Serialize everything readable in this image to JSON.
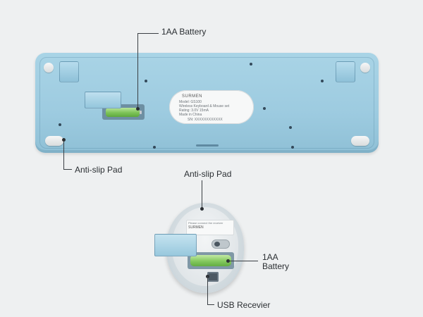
{
  "labels": {
    "keyboard_battery": "1AA Battery",
    "keyboard_pad": "Anti-slip Pad",
    "mouse_pad": "Anti-slip Pad",
    "mouse_battery_line1": "1AA",
    "mouse_battery_line2": "Battery",
    "receiver": "USB Recevier"
  },
  "keyboard_label_plate": {
    "brand": "SURMEN",
    "model": "Model: GS100",
    "desc": "Wireless Keyboard & Mouse set",
    "rating": "Rating: 3.0V 15mA",
    "origin": "Made in China",
    "serial": "SN: XXXXXXXXXXXX"
  },
  "mouse_label": {
    "brand": "SURMEN",
    "text": "Please connect the receiver"
  },
  "colors": {
    "device_blue": "#9dcbe0",
    "battery_green": "#7cc257",
    "background": "#eef0f1"
  }
}
